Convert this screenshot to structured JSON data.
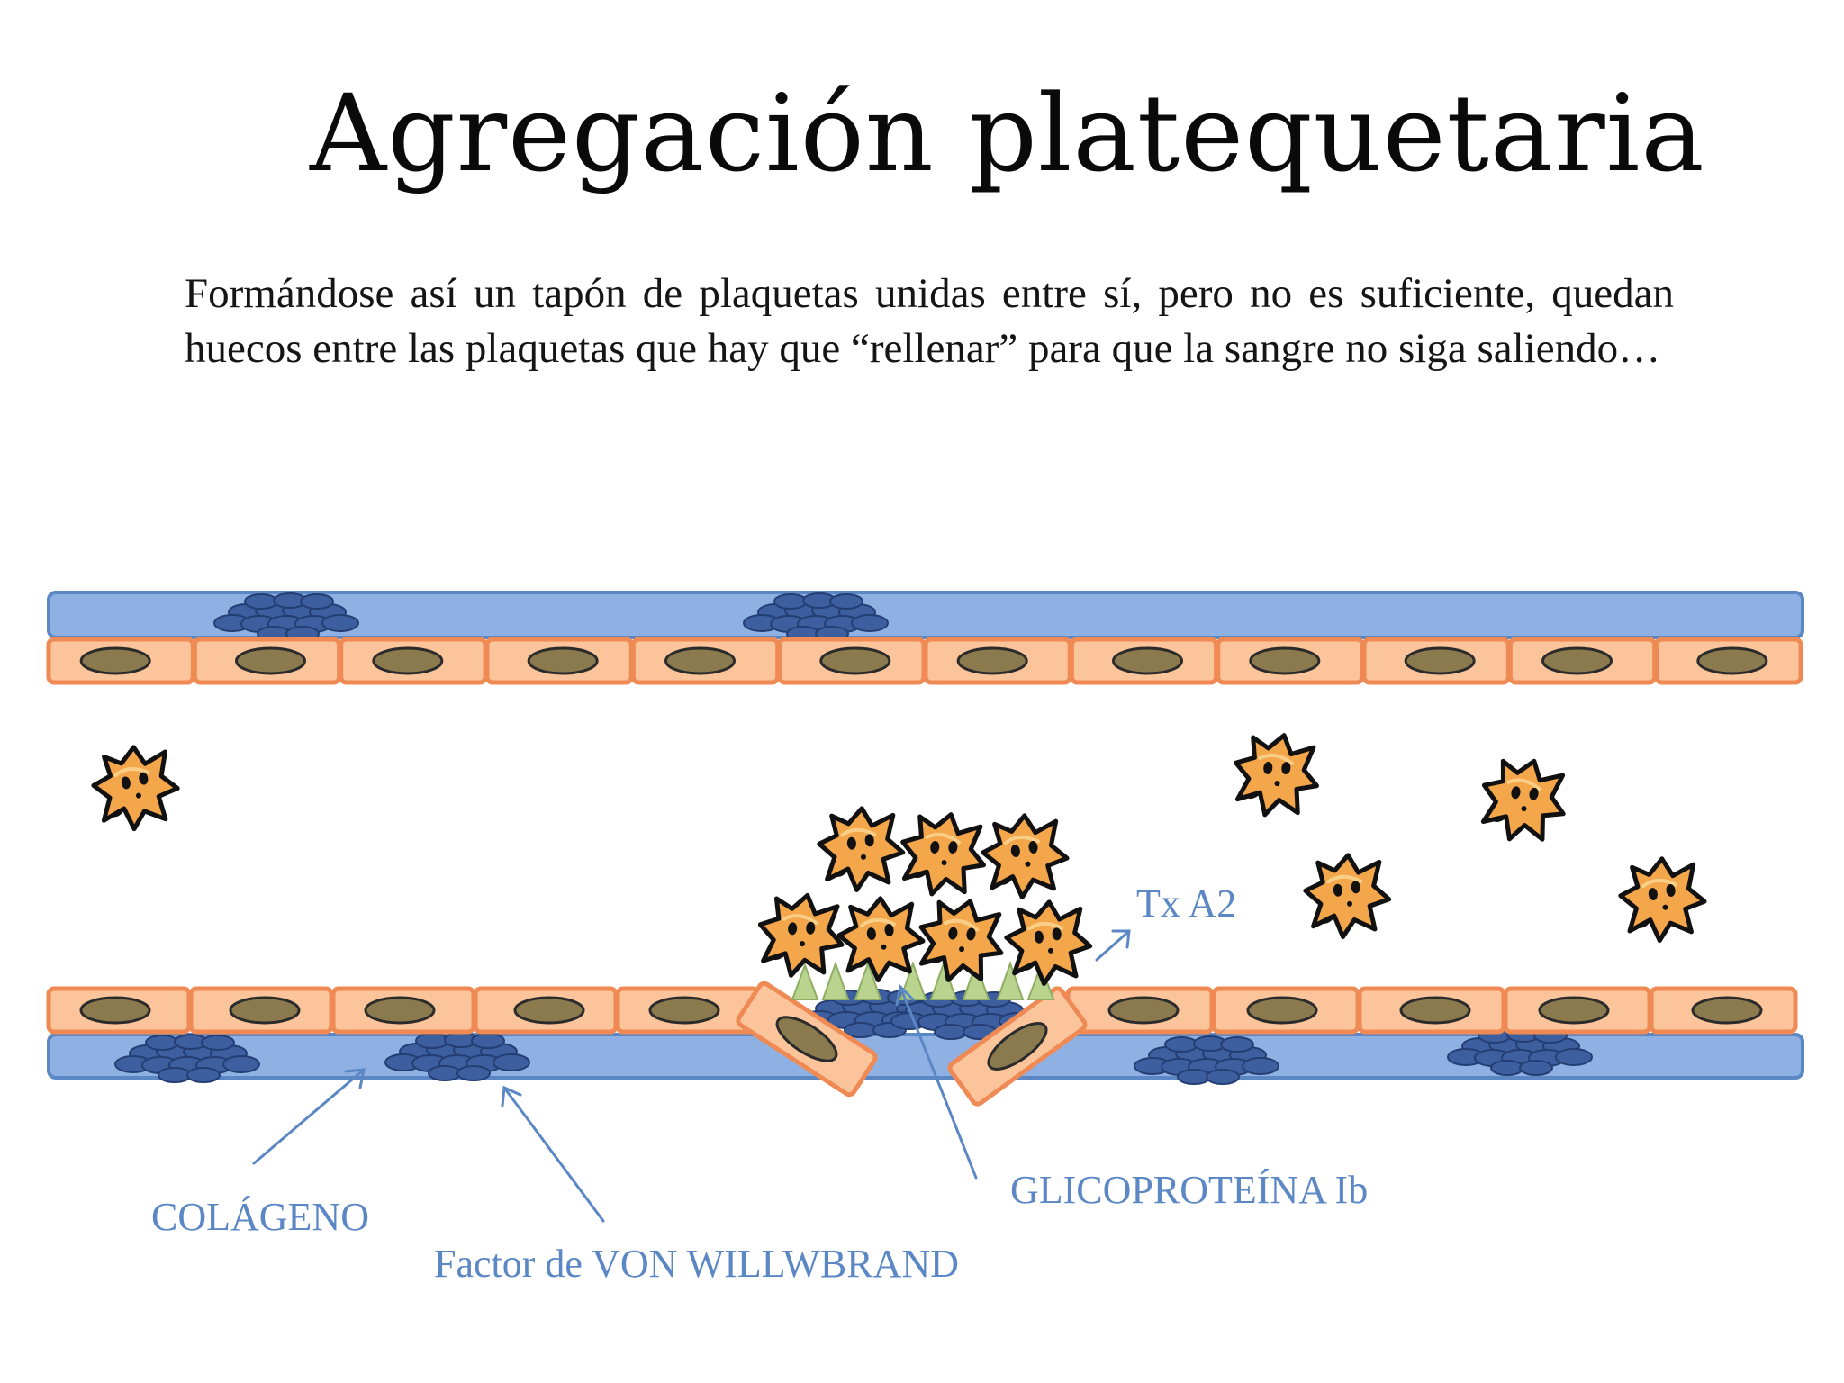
{
  "slide": {
    "title": "Agregación platequetaria",
    "body": "Formándose así un tapón de plaquetas unidas entre sí, pero no es suficiente, quedan huecos entre las plaquetas que hay que “rellenar” para que la sangre no siga saliendo…"
  },
  "diagram": {
    "labels": {
      "txa2": "Tx A2",
      "collagen": "COLÁGENO",
      "vwf": "Factor de VON WILLWBRAND",
      "glycoprotein": "GLICOPROTEÍNA Ib"
    },
    "colors": {
      "vessel_wall": "#8fb0e2",
      "vessel_border": "#5b87c4",
      "endothelial_cell": "#fbc49a",
      "cell_border": "#ef8a54",
      "nucleus": "#8c7a4f",
      "collagen": "#3d5fa0",
      "platelet": "#f3a64a",
      "glycoprotein": "#b9d48f",
      "label": "#5b87c4"
    }
  }
}
